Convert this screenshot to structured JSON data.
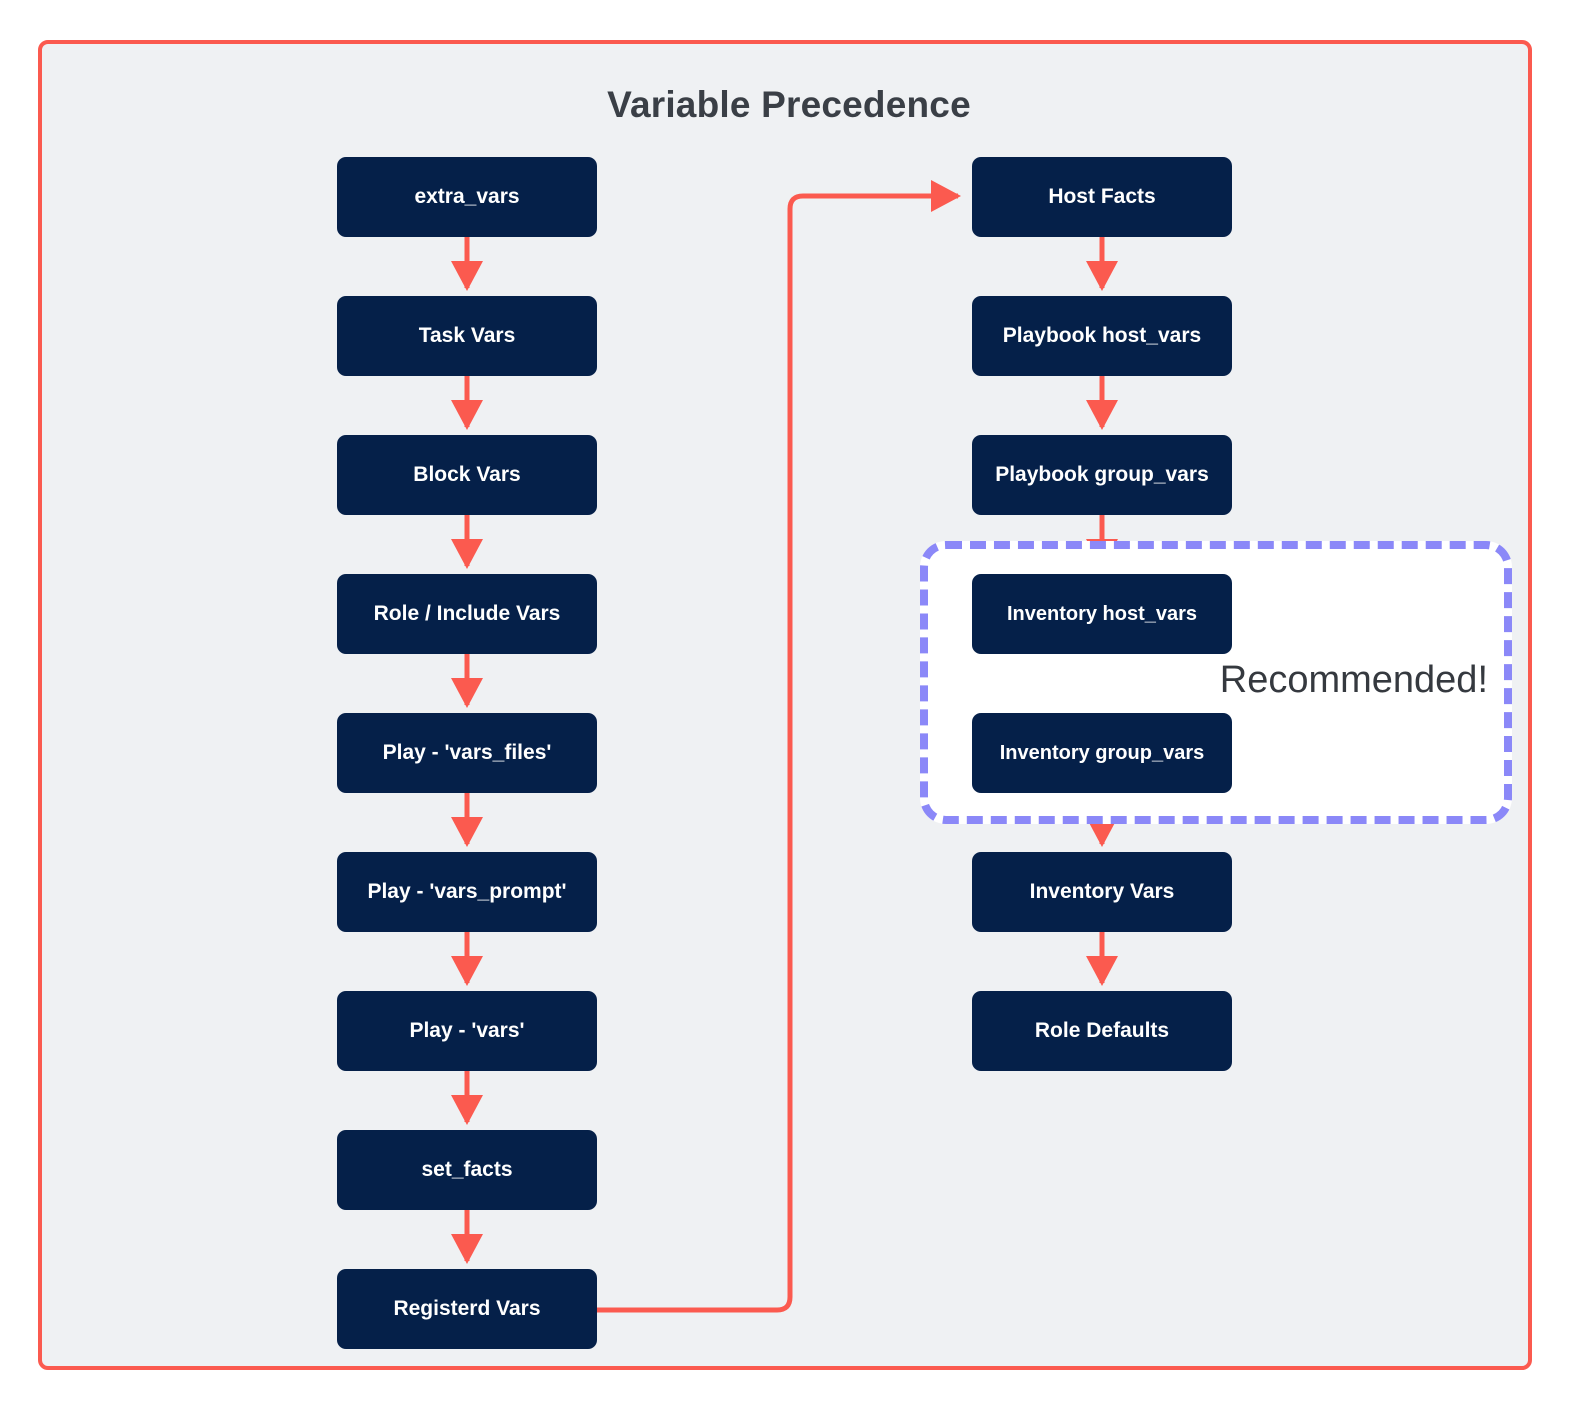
{
  "diagram": {
    "title": "Variable Precedence",
    "frame_color": "#fb5a4f",
    "background_color": "#eff1f3",
    "node_color": "#052049",
    "node_text_color": "#ffffff",
    "arrow_color": "#fb5a4f",
    "subgraph_border_color": "#8b88f8",
    "title_color": "#3a3f46"
  },
  "subgraph": {
    "label": "Recommended!",
    "label_color": "#35393f",
    "fill": "#ffffff",
    "border_style": "dashed"
  },
  "left_column": {
    "nodes": [
      {
        "id": "extra-vars",
        "label": "extra_vars"
      },
      {
        "id": "task-vars",
        "label": "Task Vars"
      },
      {
        "id": "block-vars",
        "label": "Block Vars"
      },
      {
        "id": "role-include-vars",
        "label": "Role / Include Vars"
      },
      {
        "id": "play-vars-files",
        "label": "Play - 'vars_files'"
      },
      {
        "id": "play-vars-prompt",
        "label": "Play - 'vars_prompt'"
      },
      {
        "id": "play-vars",
        "label": "Play - 'vars'"
      },
      {
        "id": "set-facts",
        "label": "set_facts"
      },
      {
        "id": "registerd-vars",
        "label": "Registerd Vars"
      }
    ]
  },
  "right_column": {
    "nodes": [
      {
        "id": "host-facts",
        "label": "Host Facts"
      },
      {
        "id": "playbook-host-vars",
        "label": "Playbook host_vars"
      },
      {
        "id": "playbook-group-vars",
        "label": "Playbook group_vars"
      },
      {
        "id": "inventory-host-vars",
        "label": "Inventory host_vars"
      },
      {
        "id": "inventory-group-vars",
        "label": "Inventory group_vars"
      },
      {
        "id": "inventory-vars",
        "label": "Inventory Vars"
      },
      {
        "id": "role-defaults",
        "label": "Role Defaults"
      }
    ]
  },
  "edges": [
    {
      "from": "extra_vars",
      "to": "Task Vars"
    },
    {
      "from": "Task Vars",
      "to": "Block Vars"
    },
    {
      "from": "Block Vars",
      "to": "Role / Include Vars"
    },
    {
      "from": "Role / Include Vars",
      "to": "Play - 'vars_files'"
    },
    {
      "from": "Play - 'vars_files'",
      "to": "Play - 'vars_prompt'"
    },
    {
      "from": "Play - 'vars_prompt'",
      "to": "Play - 'vars'"
    },
    {
      "from": "Play - 'vars'",
      "to": "set_facts"
    },
    {
      "from": "set_facts",
      "to": "Registerd Vars"
    },
    {
      "from": "Registerd Vars",
      "to": "Host Facts"
    },
    {
      "from": "Host Facts",
      "to": "Playbook host_vars"
    },
    {
      "from": "Playbook host_vars",
      "to": "Playbook group_vars"
    },
    {
      "from": "Playbook group_vars",
      "to": "Inventory host_vars"
    },
    {
      "from": "Inventory host_vars",
      "to": "Inventory group_vars"
    },
    {
      "from": "Inventory group_vars",
      "to": "Inventory Vars"
    },
    {
      "from": "Inventory Vars",
      "to": "Role Defaults"
    }
  ]
}
